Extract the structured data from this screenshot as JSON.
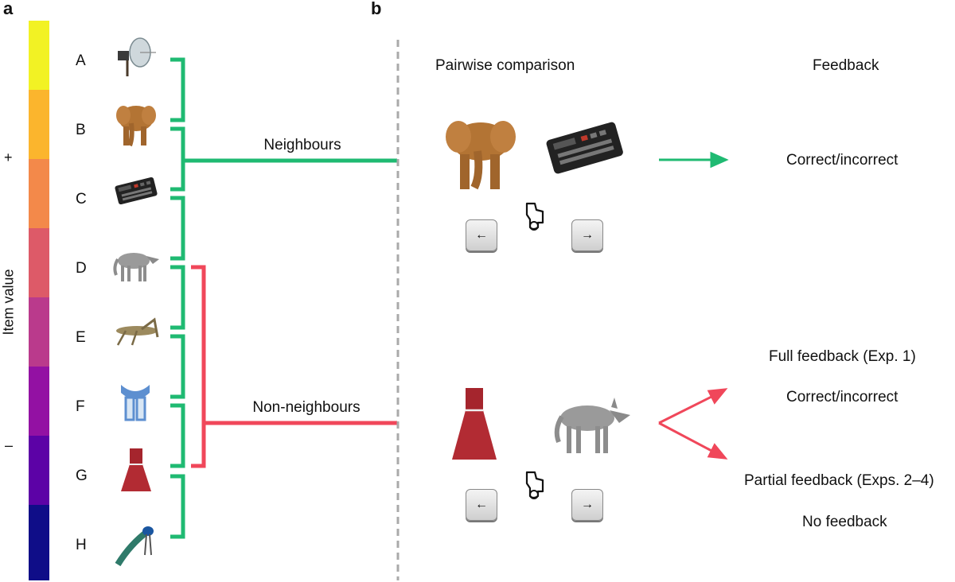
{
  "panels": {
    "a": "a",
    "b": "b"
  },
  "colorbar": {
    "axis_label": "Item value",
    "plus": "+",
    "minus": "–",
    "colors": [
      "#f2f224",
      "#fbb52d",
      "#f3894a",
      "#dd5a68",
      "#ba3a8c",
      "#9311a3",
      "#5c02a6",
      "#0f0d88"
    ]
  },
  "items": [
    {
      "letter": "A",
      "icon": "satellite-dish-icon"
    },
    {
      "letter": "B",
      "icon": "elephant-icon"
    },
    {
      "letter": "C",
      "icon": "calculator-icon"
    },
    {
      "letter": "D",
      "icon": "wolf-icon"
    },
    {
      "letter": "E",
      "icon": "grasshopper-icon"
    },
    {
      "letter": "F",
      "icon": "scarf-icon"
    },
    {
      "letter": "G",
      "icon": "dress-icon"
    },
    {
      "letter": "H",
      "icon": "peacock-icon"
    }
  ],
  "neighbours": {
    "label": "Neighbours",
    "color": "#1fba72"
  },
  "non_neighbours": {
    "label": "Non-neighbours",
    "color": "#f0475a"
  },
  "headers": {
    "comparison": "Pairwise comparison",
    "feedback": "Feedback"
  },
  "top_trial": {
    "left_icon": "elephant-icon",
    "right_icon": "calculator-icon",
    "key_left": "←",
    "key_right": "→",
    "feedback": "Correct/incorrect"
  },
  "bottom_trial": {
    "left_icon": "dress-icon",
    "right_icon": "wolf-icon",
    "key_left": "←",
    "key_right": "→",
    "full_feedback": "Full feedback (Exp. 1)",
    "full_feedback_value": "Correct/incorrect",
    "partial_feedback": "Partial feedback (Exps. 2–4)",
    "partial_feedback_value": "No feedback"
  }
}
